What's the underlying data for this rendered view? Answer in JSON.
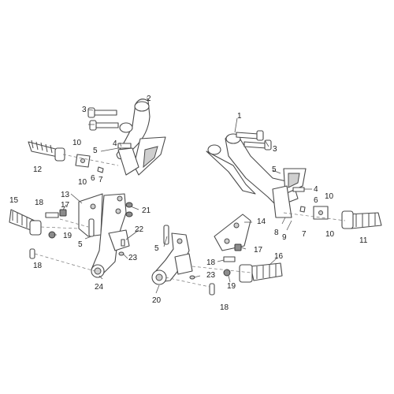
{
  "callouts": [
    "1",
    "2",
    "3",
    "3",
    "4",
    "4",
    "5",
    "5",
    "5",
    "5",
    "6",
    "6",
    "7",
    "7",
    "8",
    "9",
    "10",
    "10",
    "10",
    "10",
    "11",
    "12",
    "13",
    "14",
    "15",
    "16",
    "17",
    "17",
    "18",
    "18",
    "18",
    "18",
    "19",
    "19",
    "20",
    "21",
    "22",
    "23",
    "23",
    "24"
  ]
}
